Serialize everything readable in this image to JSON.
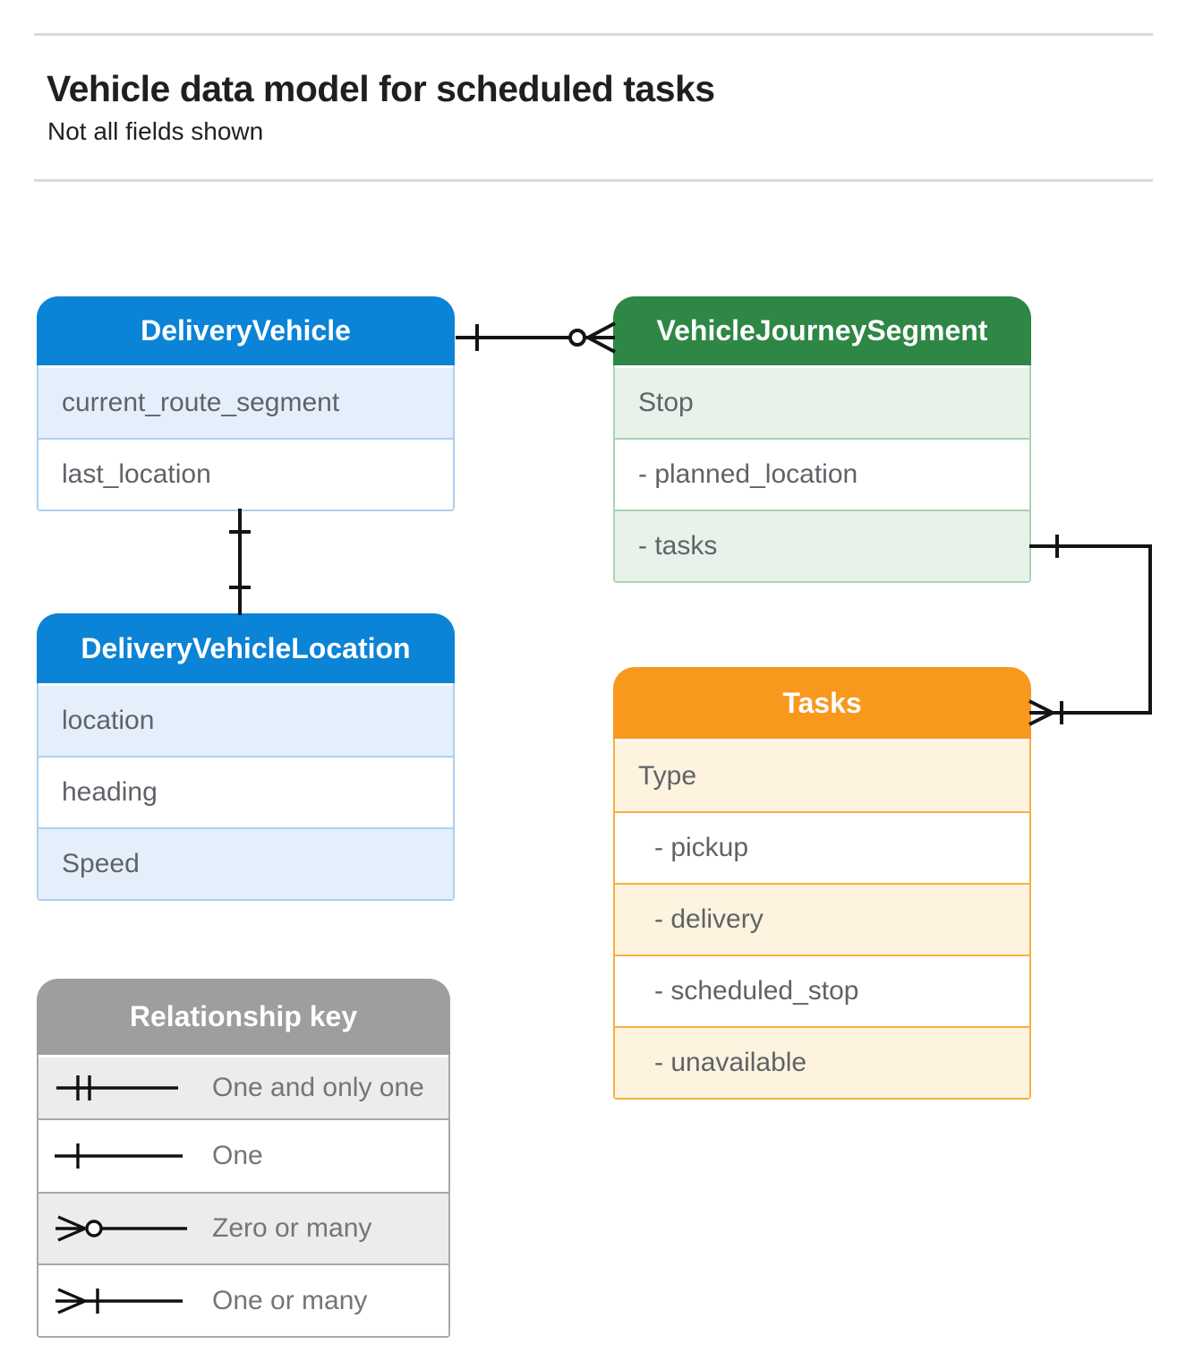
{
  "header": {
    "title": "Vehicle data model for scheduled tasks",
    "subtitle": "Not all fields shown"
  },
  "entities": {
    "delivery_vehicle": {
      "name": "DeliveryVehicle",
      "fields": [
        "current_route_segment",
        "last_location"
      ]
    },
    "vehicle_journey_segment": {
      "name": "VehicleJourneySegment",
      "fields": [
        "Stop",
        "- planned_location",
        "- tasks"
      ]
    },
    "delivery_vehicle_location": {
      "name": "DeliveryVehicleLocation",
      "fields": [
        "location",
        "heading",
        "Speed"
      ]
    },
    "tasks": {
      "name": "Tasks",
      "fields": [
        "Type",
        "- pickup",
        "- delivery",
        "- scheduled_stop",
        "- unavailable"
      ]
    }
  },
  "relationships": [
    {
      "from": "DeliveryVehicle",
      "to": "VehicleJourneySegment",
      "from_cardinality": "one",
      "to_cardinality": "zero-or-many"
    },
    {
      "from": "DeliveryVehicle",
      "to": "DeliveryVehicleLocation",
      "from_cardinality": "one",
      "to_cardinality": "one"
    },
    {
      "from": "VehicleJourneySegment.tasks",
      "to": "Tasks",
      "from_cardinality": "one",
      "to_cardinality": "one-or-many"
    }
  ],
  "relationship_key": {
    "title": "Relationship key",
    "items": [
      {
        "symbol": "one-and-only-one",
        "label": "One and only one"
      },
      {
        "symbol": "one",
        "label": "One"
      },
      {
        "symbol": "zero-or-many",
        "label": "Zero or many"
      },
      {
        "symbol": "one-or-many",
        "label": "One or many"
      }
    ]
  },
  "palette": {
    "blue_header": "#0b83d6",
    "blue_tint": "#e5effb",
    "green_header": "#2e8745",
    "green_tint": "#e7f2ea",
    "orange_header": "#f8981d",
    "orange_tint": "#fdf3de",
    "gray_header": "#9e9e9e",
    "gray_tint": "#ececec",
    "field_text": "#5f6368",
    "connector": "#141414"
  }
}
